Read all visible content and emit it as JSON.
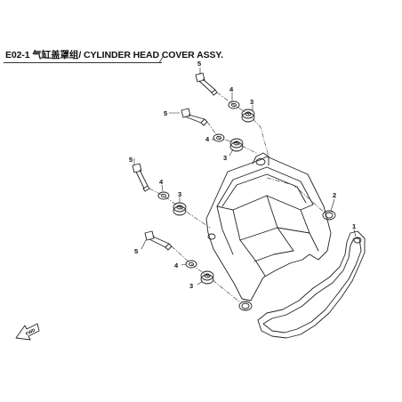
{
  "header": {
    "title": "E02-1 气缸盖罩组/ CYLINDER HEAD COVER ASSY."
  },
  "callouts": [
    {
      "id": "c5a",
      "label": "5"
    },
    {
      "id": "c4a",
      "label": "4"
    },
    {
      "id": "c3a",
      "label": "3"
    },
    {
      "id": "c5b",
      "label": "5"
    },
    {
      "id": "c4b",
      "label": "4"
    },
    {
      "id": "c3b",
      "label": "3"
    },
    {
      "id": "c5c",
      "label": "5"
    },
    {
      "id": "c4c",
      "label": "4"
    },
    {
      "id": "c3c",
      "label": "3"
    },
    {
      "id": "c5d",
      "label": "5"
    },
    {
      "id": "c4d",
      "label": "4"
    },
    {
      "id": "c3d",
      "label": "3"
    },
    {
      "id": "c2",
      "label": "2"
    },
    {
      "id": "c1",
      "label": "1"
    }
  ],
  "direction_marker": {
    "label": "FWD"
  }
}
